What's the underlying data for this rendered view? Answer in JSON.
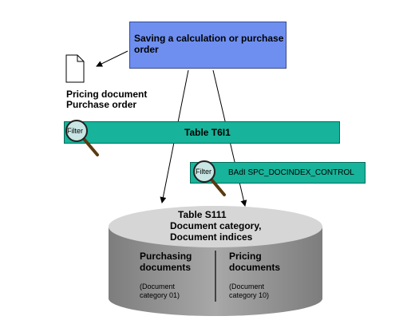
{
  "save_box": {
    "lines": [
      "Saving a calculation or purchase",
      "order"
    ]
  },
  "document": {
    "lines": [
      "Pricing document",
      "Purchase order"
    ]
  },
  "table_t611": {
    "label": "Table T6I1",
    "filter_label": "Filter"
  },
  "badi": {
    "label": "BAdI SPC_DOCINDEX_CONTROL",
    "filter_label": "Filter"
  },
  "table_s111": {
    "lines": [
      "Table S111",
      "Document category,",
      "Document indices"
    ],
    "left": {
      "title": [
        "Purchasing",
        "documents"
      ],
      "note": [
        "(Document",
        "category 01)"
      ]
    },
    "right": {
      "title": [
        "Pricing",
        "documents"
      ],
      "note": [
        "(Document",
        "category 10)"
      ]
    }
  },
  "colors": {
    "save_box": "#6e8ff0",
    "bars": "#17b39a",
    "cylinder": "#9e9e9e",
    "cylinder_top": "#d6d6d6"
  }
}
